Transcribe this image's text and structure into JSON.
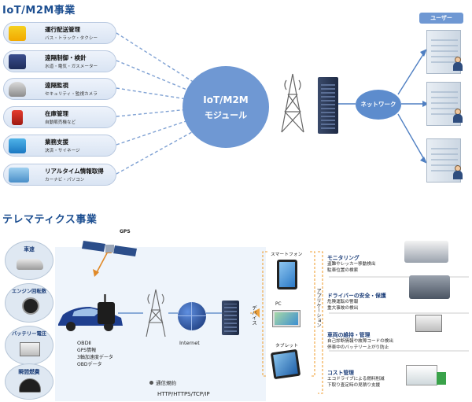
{
  "iot": {
    "title": "IoT/M2M事業",
    "module_label": [
      "IoT/M2M",
      "モジュール"
    ],
    "network_label": "ネットワーク",
    "user_label": "ユーザー",
    "items": [
      {
        "title": "運行配送管理",
        "sub": "バス・トラック・タクシー",
        "icon": "truck-icon"
      },
      {
        "title": "遠隔制御・検針",
        "sub": "水道・電気・ガスメーター",
        "icon": "meter-icon"
      },
      {
        "title": "遠隔監視",
        "sub": "セキュリティ・監視カメラ",
        "icon": "camera-icon"
      },
      {
        "title": "在庫管理",
        "sub": "自動販売機など",
        "icon": "vending-machine-icon"
      },
      {
        "title": "業務支援",
        "sub": "決済・サイネージ",
        "icon": "signage-icon"
      },
      {
        "title": "リアルタイム情報取得",
        "sub": "カーナビ・パソコン",
        "icon": "laptop-icon"
      }
    ]
  },
  "telematics": {
    "title": "テレマティクス事業",
    "gps_label": "GPS",
    "internet_label": "Internet",
    "obd_lines": [
      "OBDⅡ",
      "GPS情報",
      "3軸加速度データ",
      "OBDデータ"
    ],
    "protocol_title": "通信規約",
    "protocol_value": "HTTP/HTTPS/TCP/IP",
    "device_label": "デバイス",
    "application_label": "アプリケーション",
    "sensors": [
      {
        "label": "車速",
        "icon": "car-icon"
      },
      {
        "label": "エンジン回転数",
        "icon": "tachometer-icon"
      },
      {
        "label": "バッテリー電圧",
        "icon": "battery-icon"
      },
      {
        "label": "瞬間燃費",
        "icon": "fuel-gauge-icon"
      }
    ],
    "devices": [
      {
        "label": "スマートフォン",
        "icon": "smartphone-icon"
      },
      {
        "label": "PC",
        "icon": "pc-icon"
      },
      {
        "label": "タブレット",
        "icon": "tablet-icon"
      }
    ],
    "applications": [
      {
        "title": "モニタリング",
        "lines": [
          "盗難やレッカー移動検出",
          "駐車位置の検索"
        ],
        "icon": "tow-truck-icon"
      },
      {
        "title": "ドライバーの安全・保護",
        "lines": [
          "危険運転の警報",
          "重大事故の検出"
        ],
        "icon": "accident-icon"
      },
      {
        "title": "車両の維持・管理",
        "lines": [
          "自己診断情報や故障コードの検出",
          "停車中のバッテリー上がり防止"
        ],
        "icon": "battery-check-icon"
      },
      {
        "title": "コスト管理",
        "lines": [
          "エコドライブによる燃料削減",
          "下取り査定時の見積り支援"
        ],
        "icon": "eco-truck-icon"
      }
    ]
  }
}
